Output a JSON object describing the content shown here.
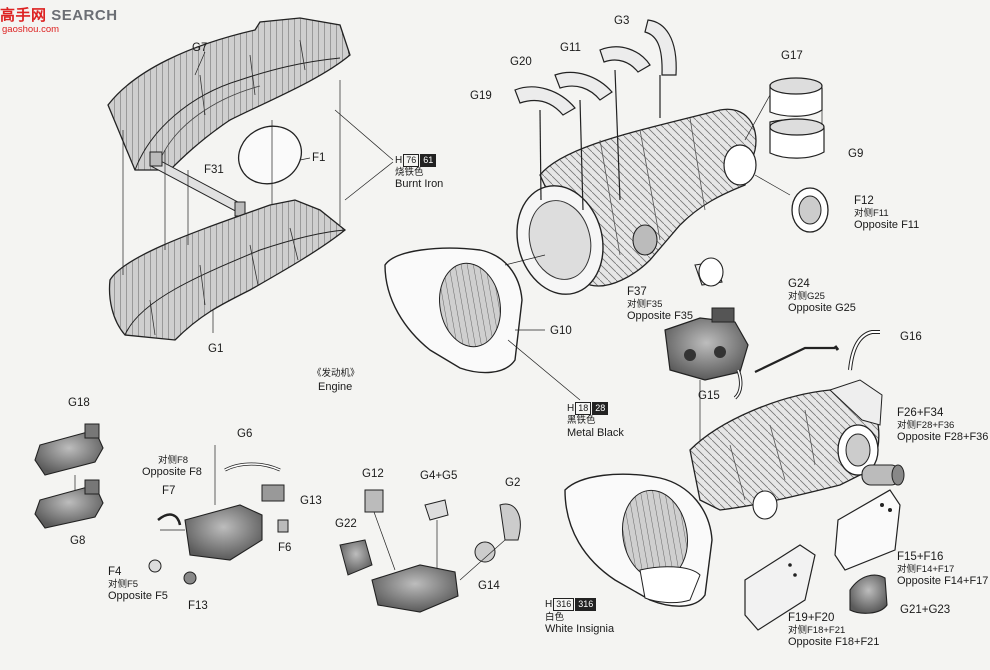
{
  "watermark": {
    "logo": "高手网",
    "text": "SEARCH",
    "url": "gaoshou.com"
  },
  "labels": {
    "g7": "G7",
    "f1": "F1",
    "f31": "F31",
    "g1": "G1",
    "engine_cn": "《发动机》",
    "engine_en": "Engine",
    "g3": "G3",
    "g11": "G11",
    "g20": "G20",
    "g19": "G19",
    "g17": "G17",
    "g9": "G9",
    "f12": "F12",
    "f12_cn": "对侧F11",
    "f12_en": "Opposite F11",
    "f37": "F37",
    "f37_cn": "对侧F35",
    "f37_en": "Opposite F35",
    "g10": "G10",
    "g24": "G24",
    "g24_cn": "对侧G25",
    "g24_en": "Opposite G25",
    "g16": "G16",
    "g15": "G15",
    "f26": "F26+F34",
    "f26_cn": "对侧F28+F36",
    "f26_en": "Opposite F28+F36",
    "f15": "F15+F16",
    "f15_cn": "对侧F14+F17",
    "f15_en": "Opposite F14+F17",
    "g21": "G21+G23",
    "f19": "F19+F20",
    "f19_cn": "对侧F18+F21",
    "f19_en": "Opposite F18+F21",
    "g18": "G18",
    "g8": "G8",
    "g6": "G6",
    "f8_cn": "对侧F8",
    "f8_en": "Opposite F8",
    "f7": "F7",
    "g13": "G13",
    "f6": "F6",
    "f4": "F4",
    "f4_cn": "对侧F5",
    "f4_en": "Opposite F5",
    "f13": "F13",
    "g12": "G12",
    "g4": "G4+G5",
    "g2": "G2",
    "g22": "G22",
    "g14": "G14"
  },
  "paints": {
    "burnt_iron": {
      "h": "H",
      "a": "76",
      "b": "61",
      "cn": "烧铁色",
      "en": "Burnt Iron"
    },
    "metal_black": {
      "h": "H",
      "a": "18",
      "b": "28",
      "cn": "黑铁色",
      "en": "Metal  Black"
    },
    "white": {
      "h": "H",
      "a": "316",
      "b": "316",
      "cn": "白色",
      "en": "White Insignia"
    }
  },
  "colors": {
    "line": "#222222",
    "paper": "#f4f4f2",
    "engine_dark": "#3a3a3a",
    "engine_mid": "#8a8a8a"
  }
}
